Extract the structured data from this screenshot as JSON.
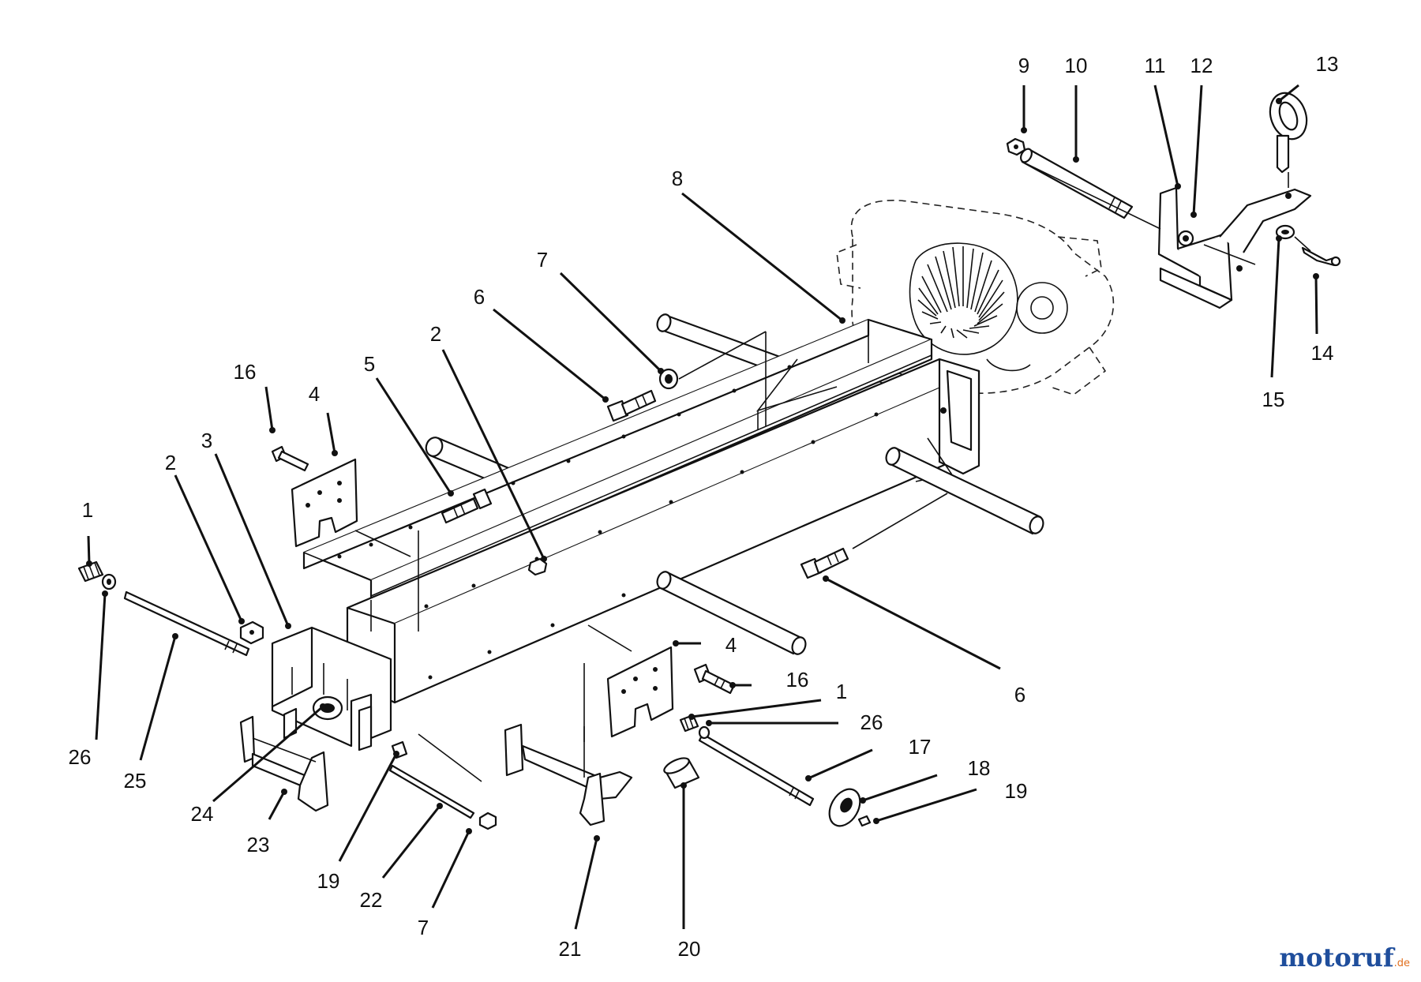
{
  "labels": [
    "1",
    "2",
    "3",
    "4",
    "5",
    "6",
    "7",
    "8",
    "9",
    "10",
    "11",
    "12",
    "13",
    "14",
    "15",
    "16",
    "17",
    "18",
    "19",
    "20",
    "21",
    "22",
    "23",
    "24",
    "25",
    "26"
  ],
  "watermark": {
    "text": "motoruf",
    "suffix": ".de"
  }
}
